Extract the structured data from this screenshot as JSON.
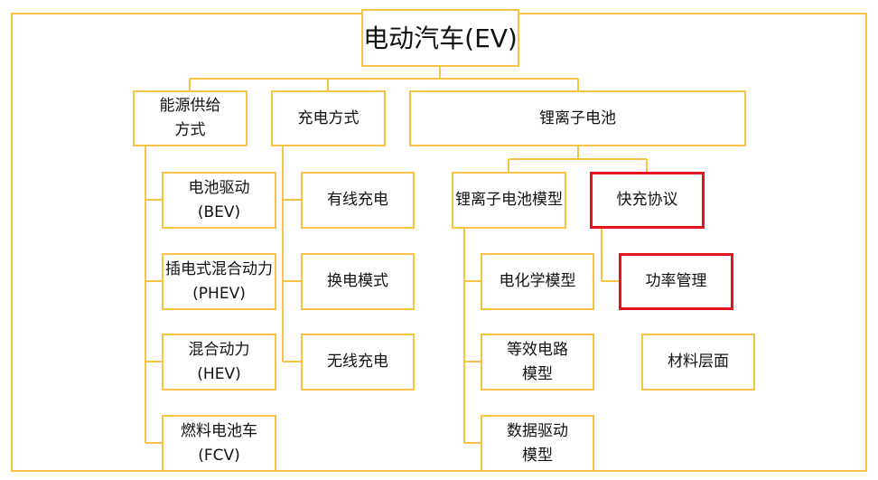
{
  "root": "电动汽车(EV)",
  "energy": {
    "title": "能源供给\n方式",
    "items": [
      "电池驱动\n(BEV)",
      "插电式混合动力\n(PHEV)",
      "混合动力\n(HEV)",
      "燃料电池车\n(FCV)"
    ]
  },
  "charging": {
    "title": "充电方式",
    "items": [
      "有线充电",
      "换电模式",
      "无线充电"
    ]
  },
  "battery": {
    "title": "锂离子电池",
    "model": {
      "title": "锂离子电池模型",
      "items": [
        "电化学模型",
        "等效电路\n模型",
        "数据驱动\n模型"
      ]
    },
    "protocol": {
      "title": "快充协议",
      "items": [
        "功率管理"
      ]
    },
    "material": "材料层面"
  },
  "colors": {
    "border": "#f6c343",
    "highlight": "#e3141b"
  }
}
